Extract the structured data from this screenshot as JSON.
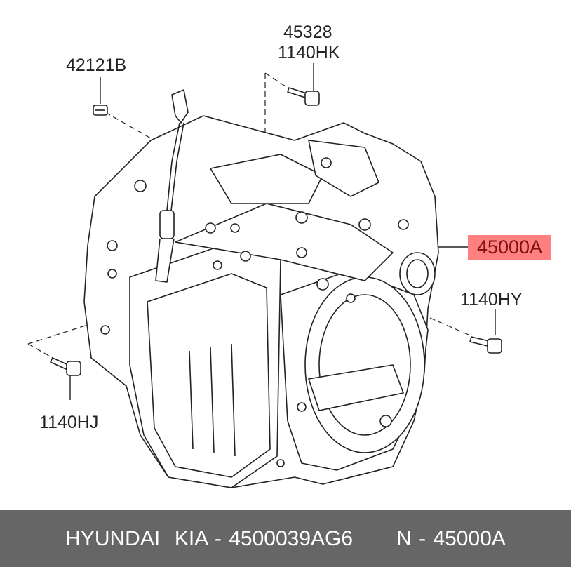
{
  "callouts": {
    "c45328": "45328",
    "c1140HK": "1140HK",
    "c42121B": "42121B",
    "c1140HY": "1140HY",
    "c1140HJ": "1140HJ",
    "c45000A": "45000A"
  },
  "highlight_color": "#ff8080",
  "footer": {
    "brand": "HYUNDAI  KIA - 4500039AG6",
    "number": "N - 45000A",
    "background": "#666666"
  }
}
